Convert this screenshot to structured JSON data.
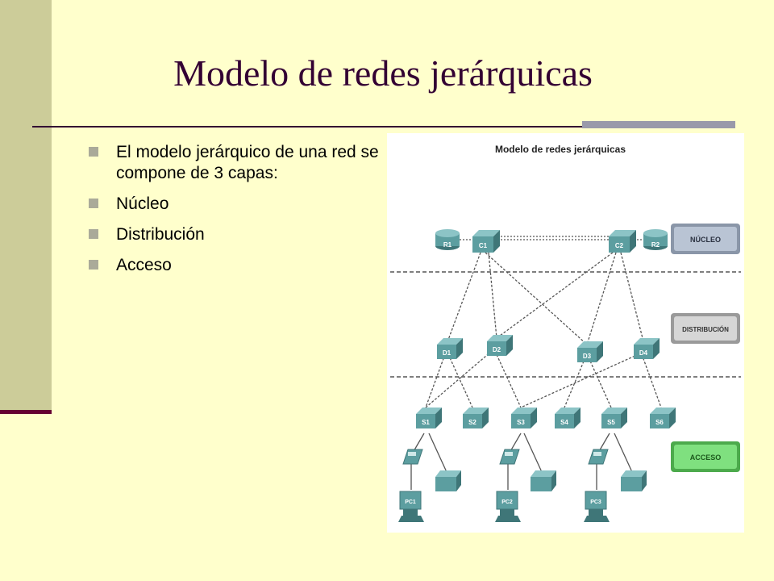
{
  "slide": {
    "title": "Modelo de redes jerárquicas",
    "bullets": [
      "El modelo jerárquico de una red se compone de 3 capas:",
      "Núcleo",
      "Distribución",
      "Acceso"
    ]
  },
  "diagram": {
    "title": "Modelo de redes jerárquicas",
    "layers": {
      "core": "NÚCLEO",
      "distribution": "DISTRIBUCIÓN",
      "access": "ACCESO"
    },
    "routers": [
      "R1",
      "R2"
    ],
    "core_switches": [
      "C1",
      "C2"
    ],
    "distribution_switches": [
      "D1",
      "D2",
      "D3",
      "D4"
    ],
    "access_switches": [
      "S1",
      "S2",
      "S3",
      "S4",
      "S5",
      "S6"
    ],
    "pcs": [
      "PC1",
      "PC2",
      "PC3"
    ],
    "colors": {
      "device_teal": "#5c9ea0",
      "device_dark": "#3f7678",
      "core_label": "#b9c4d4",
      "distribution_label": "#d6d6d6",
      "access_label": "#7fe07f"
    }
  }
}
